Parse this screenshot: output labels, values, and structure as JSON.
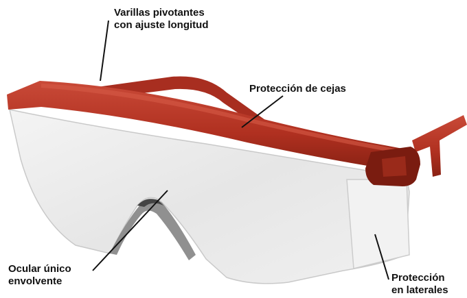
{
  "labels": {
    "varillas": [
      "Varillas pivotantes",
      "con ajuste longitud"
    ],
    "cejas": [
      "Protección de cejas"
    ],
    "ocular": [
      "Ocular único",
      "envolvente"
    ],
    "laterales": [
      "Protección",
      "en laterales"
    ]
  },
  "colors": {
    "frame": "#b83524",
    "frame_dark": "#7a1c10",
    "lens": "#eeeeee",
    "leader": "#111111",
    "text": "#111111"
  }
}
